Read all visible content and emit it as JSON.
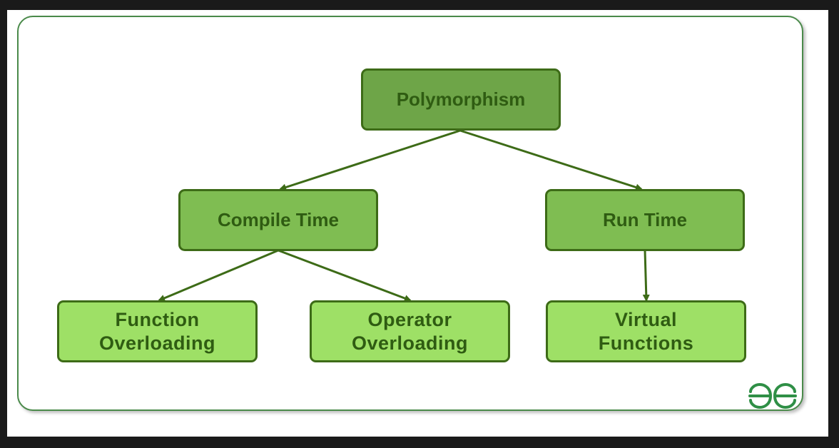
{
  "diagram": {
    "root": {
      "label": "Polymorphism"
    },
    "compile_time": {
      "label": "Compile Time"
    },
    "run_time": {
      "label": "Run Time"
    },
    "function_overloading": {
      "line1": "Function",
      "line2": "Overloading"
    },
    "operator_overloading": {
      "line1": "Operator",
      "line2": "Overloading"
    },
    "virtual_functions": {
      "line1": "Virtual",
      "line2": "Functions"
    }
  },
  "colors": {
    "root_fill": "#6ea548",
    "mid_fill": "#7fbd52",
    "leaf_fill": "#9ee066",
    "border": "#3d6b17",
    "text": "#2f5c12",
    "frame": "#4a8a4a"
  },
  "logo": {
    "icon": "geeksforgeeks-logo"
  }
}
